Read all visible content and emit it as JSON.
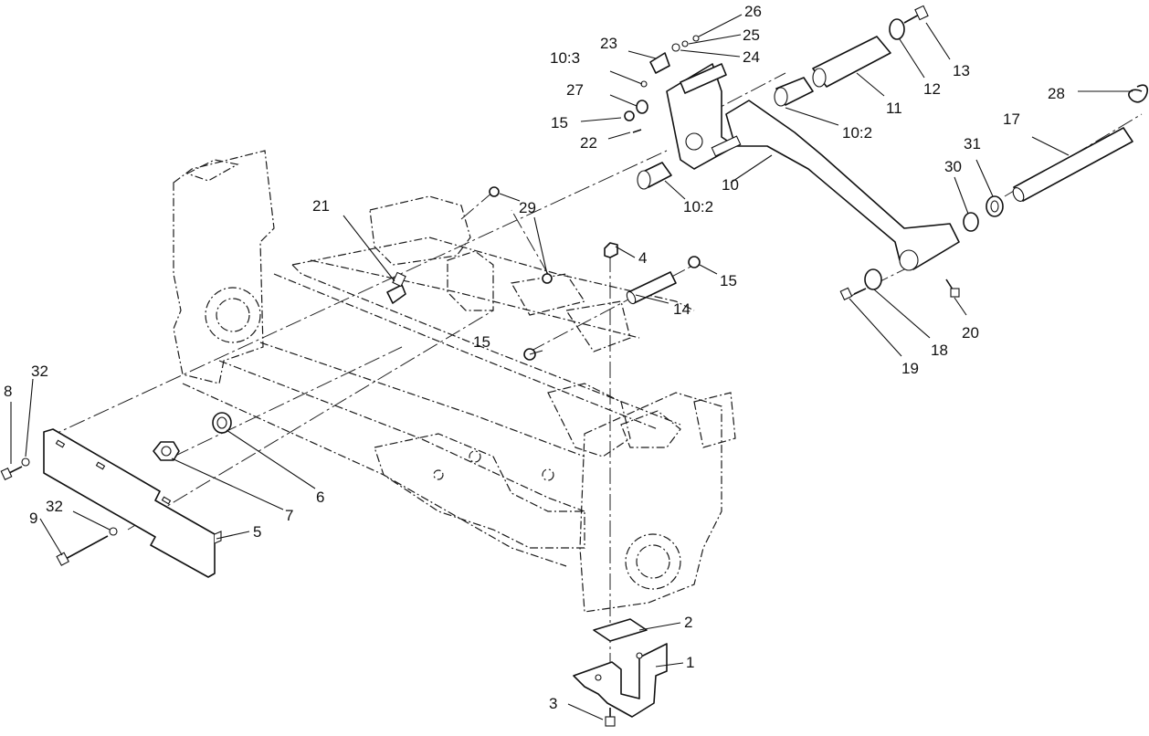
{
  "callouts": {
    "c1": "1",
    "c2": "2",
    "c3": "3",
    "c4": "4",
    "c5": "5",
    "c6": "6",
    "c7": "7",
    "c8": "8",
    "c9": "9",
    "c10": "10",
    "c10_2a": "10:2",
    "c10_2b": "10:2",
    "c10_3": "10:3",
    "c11": "11",
    "c12": "12",
    "c13": "13",
    "c14": "14",
    "c15a": "15",
    "c15b": "15",
    "c15c": "15",
    "c17": "17",
    "c18": "18",
    "c19": "19",
    "c20": "20",
    "c21": "21",
    "c22": "22",
    "c23": "23",
    "c24": "24",
    "c25": "25",
    "c26": "26",
    "c27": "27",
    "c28": "28",
    "c29": "29",
    "c30": "30",
    "c31": "31",
    "c32a": "32",
    "c32b": "32"
  }
}
